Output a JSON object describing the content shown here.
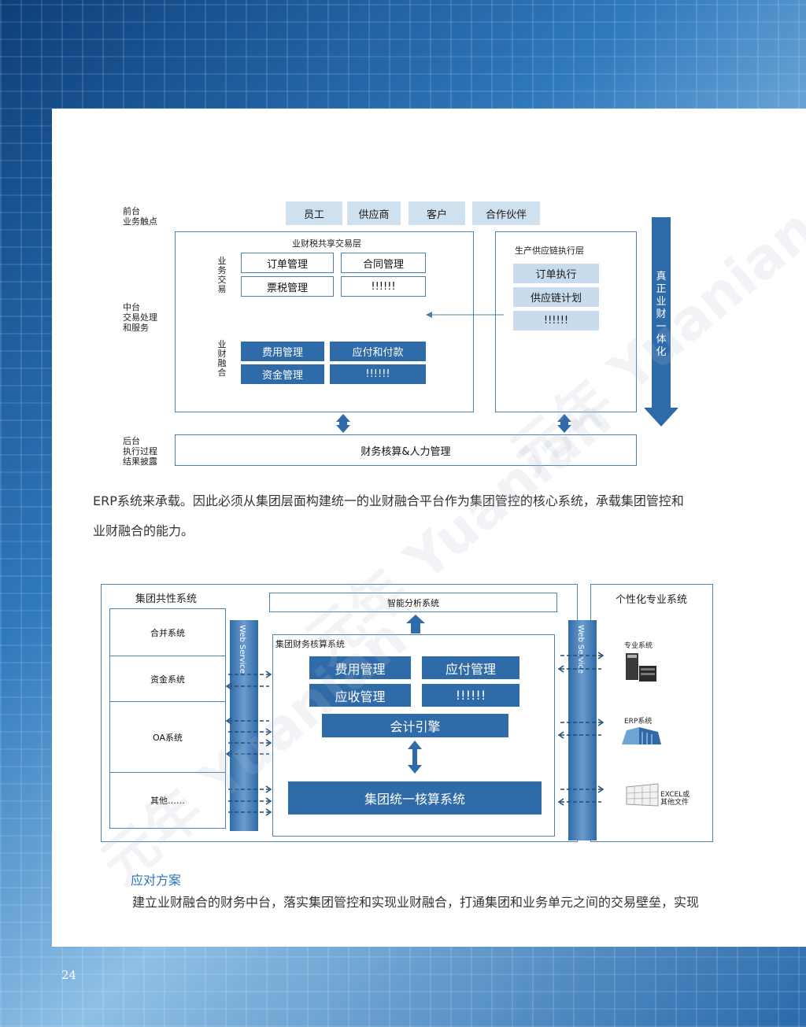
{
  "diagram1": {
    "left_labels": {
      "front": "前台\n业务触点",
      "middle": "中台\n交易处理\n和服务",
      "back": "后台\n执行过程\n结果披露"
    },
    "touchpoints": [
      "员工",
      "供应商",
      "客户",
      "合作伙伴"
    ],
    "shared_layer": {
      "title": "业财税共享交易层",
      "section1_label": "业务交易",
      "section1_items": [
        "订单管理",
        "合同管理",
        "票税管理",
        "!!!!!!"
      ],
      "section2_label": "业财融合",
      "section2_items": [
        "费用管理",
        "应付和付款",
        "资金管理",
        "!!!!!!"
      ]
    },
    "supply_chain": {
      "title": "生产供应链执行层",
      "items": [
        "订单执行",
        "供应链计划",
        "!!!!!!"
      ]
    },
    "bottom_box": "财务核算&人力管理",
    "arrow_text": "真正业财一体化"
  },
  "paragraph1_line1": "ERP系统来承载。因此必须从集团层面构建统一的业财融合平台作为集团管控的核心系统，承载集团管控和",
  "paragraph1_line2": "业财融合的能力。",
  "diagram2": {
    "common_title": "集团共性系统",
    "common_items": [
      "合并系统",
      "资金系统",
      "OA系统",
      "其他……"
    ],
    "web_service_left": "Web Service",
    "web_service_right": "Web Service",
    "analysis": "智能分析系统",
    "core_title": "集团财务核算系统",
    "core_items": [
      "费用管理",
      "应付管理",
      "应收管理",
      "!!!!!!"
    ],
    "engine": "会计引擎",
    "unified": "集团统一核算系统",
    "personal_title": "个性化专业系统",
    "personal_items": [
      {
        "label": "专业系统",
        "icon": "server-icon"
      },
      {
        "label": "ERP系统",
        "icon": "erp-building-icon"
      },
      {
        "label": "EXCEL或\n其他文件",
        "icon": "spreadsheet-icon"
      }
    ]
  },
  "section_title": "应对方案",
  "paragraph2": "建立业财融合的财务中台，落实集团管控和实现业财融合，打通集团和业务单元之间的交易壁垒，实现",
  "watermark": "元年 Yuanian",
  "page_number": "24"
}
